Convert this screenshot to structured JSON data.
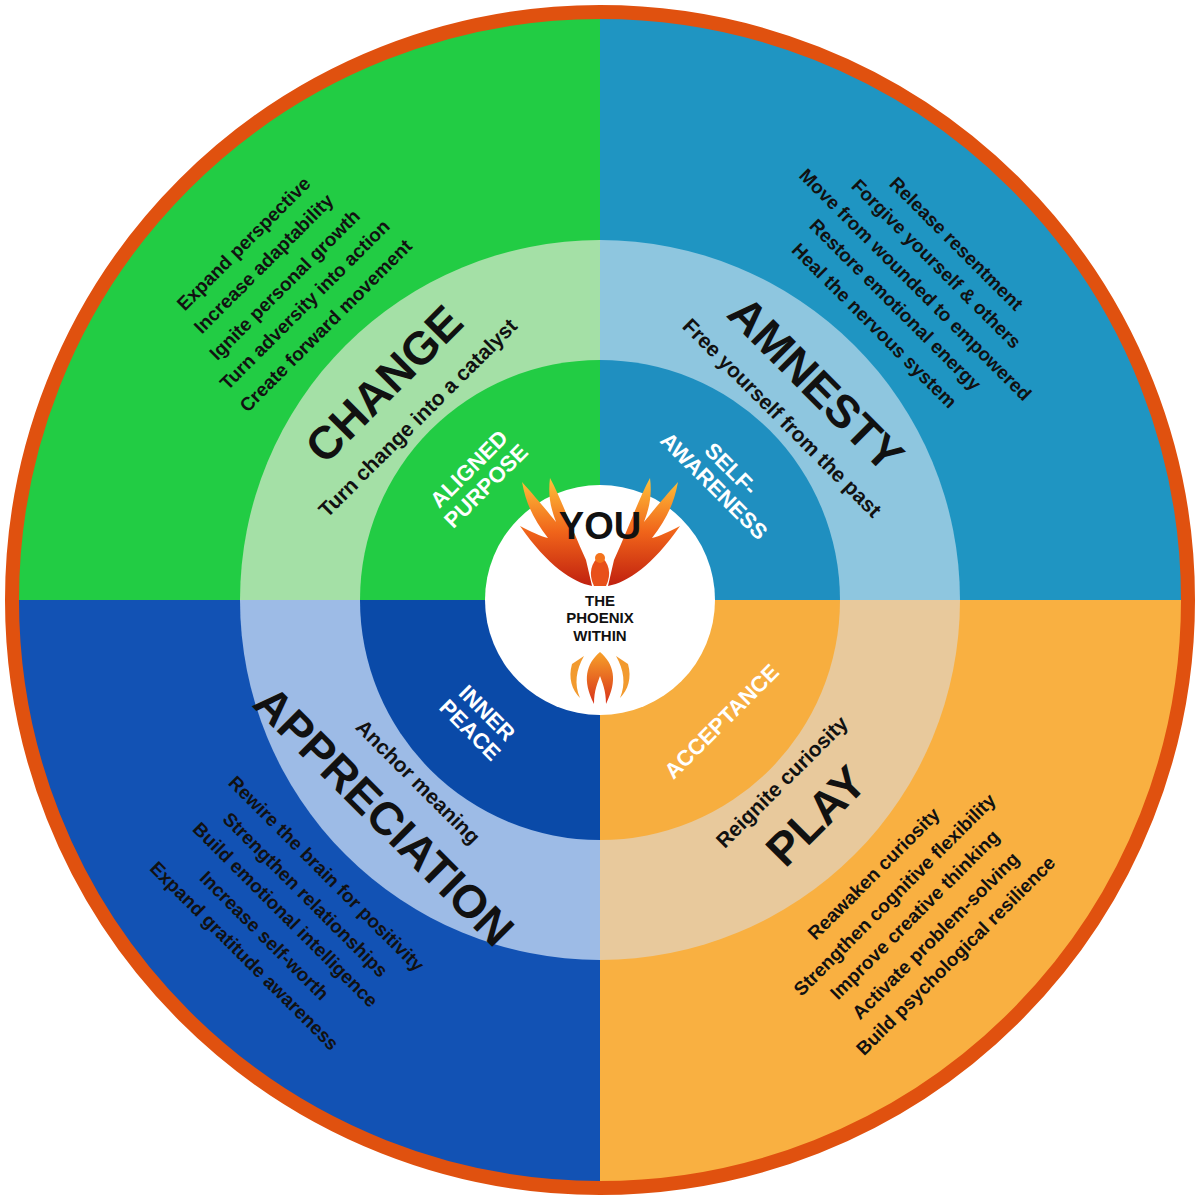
{
  "diagram": {
    "nodes": [
      {
        "text": [
          "YOU",
          "THE PHOENIX WITHIN"
        ]
      },
      {
        "text": [
          "CHANGE",
          "Turn change into a catalyst",
          "Expand perspective",
          "Increase adaptability",
          "Ignite personal growth",
          "Turn adversity into action",
          "Create forward movement"
        ]
      },
      {
        "text": [
          "ALIGNED PURPOSE"
        ],
        "in": 1
      },
      {
        "text": [
          "AMNESTY",
          "Free yourself from the past",
          "Release resentment",
          "Forgive yourself & others",
          "Move from wounded to empowered",
          "Restore emotional energy",
          "Heal the nervous system"
        ]
      },
      {
        "text": [
          "SELF-AWARENESS"
        ],
        "in": 3
      },
      {
        "text": [
          "APPRECIATION",
          "Anchor meaning",
          "Rewire the brain for positivity",
          "Strengthen relationships",
          "Build emotional intelligence",
          "Increase self-worth",
          "Expand gratitude awareness"
        ]
      },
      {
        "text": [
          "INNER PEACE"
        ],
        "in": 5
      },
      {
        "text": [
          "PLAY",
          "Reignite curiosity",
          "Reawaken curiosity",
          "Strengthen cognitive flexibility",
          "Improve creative thinking",
          "Activate problem-solving",
          "Build psychological resilience"
        ]
      },
      {
        "text": [
          "ACCEPTANCE"
        ],
        "in": 7
      }
    ]
  }
}
